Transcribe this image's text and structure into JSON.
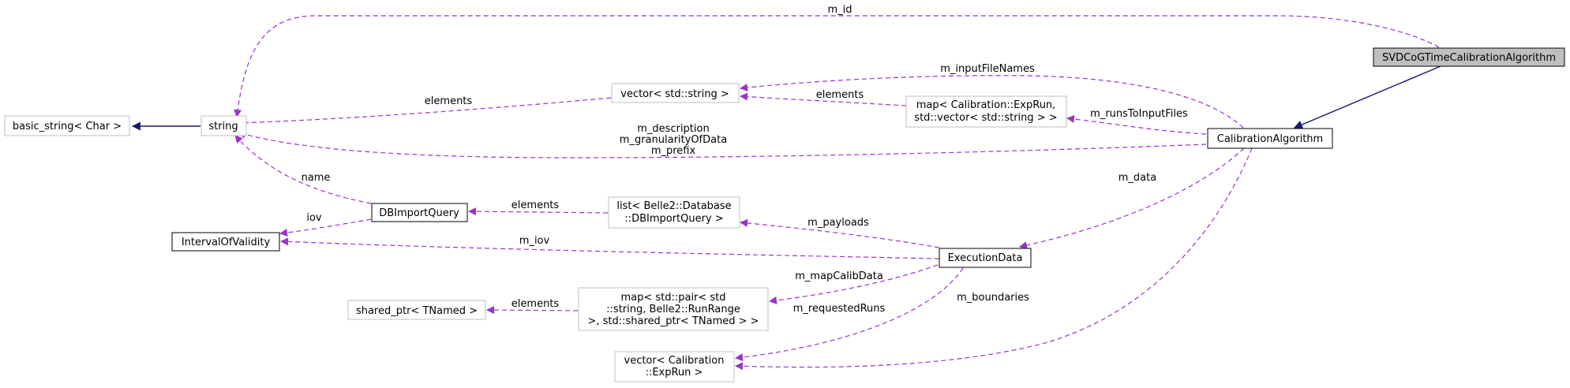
{
  "diagram": {
    "nodes": {
      "svd": "SVDCoGTimeCalibrationAlgorithm",
      "calib": "CalibrationAlgorithm",
      "string": "string",
      "basic_string": "basic_string< Char >",
      "vec_string": "vector< std::string >",
      "map_exprun_1": "map< Calibration::ExpRun,",
      "map_exprun_2": "std::vector< std::string > >",
      "dbimport": "DBImportQuery",
      "iov": "IntervalOfValidity",
      "list_db_1": "list< Belle2::Database",
      "list_db_2": "::DBImportQuery >",
      "execdata": "ExecutionData",
      "shared_ptr": "shared_ptr< TNamed >",
      "map_pair_1": "map< std::pair< std",
      "map_pair_2": "::string, Belle2::RunRange",
      "map_pair_3": " >, std::shared_ptr< TNamed > >",
      "vec_exprun_1": "vector< Calibration",
      "vec_exprun_2": "::ExpRun >"
    },
    "edge_labels": {
      "m_id": "m_id",
      "m_inputFileNames": "m_inputFileNames",
      "elements_vec": "elements",
      "elements_map": "elements",
      "m_runsToInputFiles": "m_runsToInputFiles",
      "m_description": "m_description",
      "m_granularityOfData": "m_granularityOfData",
      "m_prefix": "m_prefix",
      "name": "name",
      "m_data": "m_data",
      "iov": "iov",
      "elements_list": "elements",
      "m_payloads": "m_payloads",
      "m_iov": "m_iov",
      "m_mapCalibData": "m_mapCalibData",
      "elements_shared": "elements",
      "m_requestedRuns": "m_requestedRuns",
      "m_boundaries": "m_boundaries"
    },
    "colors": {
      "usage_edge": "#9a32cd",
      "inheritance_edge": "#191970",
      "focus_fill": "#bfbfbf",
      "external_border": "#bfbfbf"
    }
  }
}
